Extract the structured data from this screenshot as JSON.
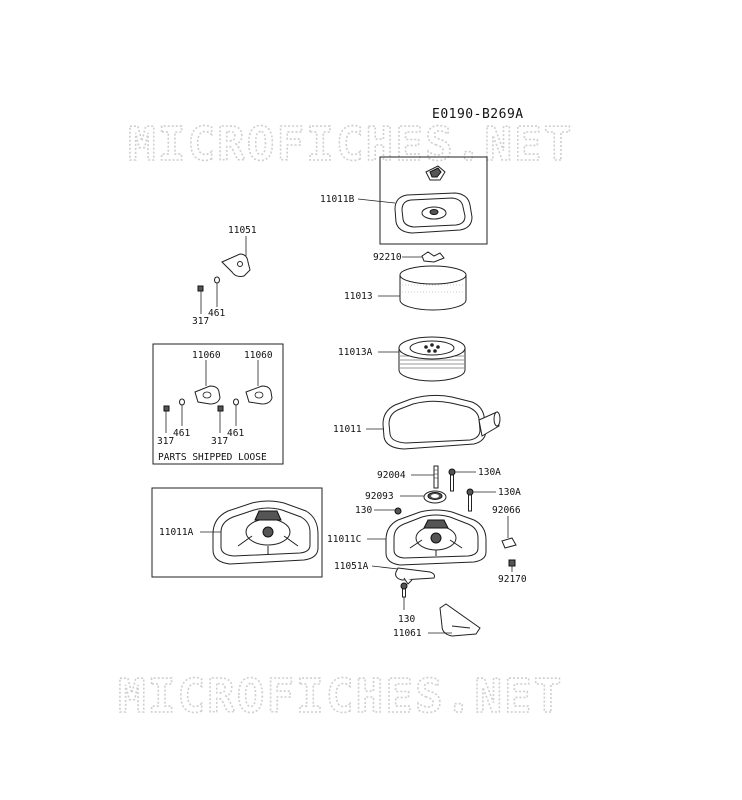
{
  "diagram_code": "E0190-B269A",
  "watermark": "MICROFICHES.NET",
  "box_loose_caption": "PARTS SHIPPED LOOSE",
  "parts": {
    "p11011B": "11011B",
    "p92210": "92210",
    "p11013": "11013",
    "p11013A": "11013A",
    "p11011": "11011",
    "p92004": "92004",
    "p130A_1": "130A",
    "p92093": "92093",
    "p130A_2": "130A",
    "p130_1": "130",
    "p92066": "92066",
    "p11011C": "11011C",
    "p11051A": "11051A",
    "p92170": "92170",
    "p130_2": "130",
    "p11061": "11061",
    "p11051": "11051",
    "p461_top": "461",
    "p317_top": "317",
    "p11060_l": "11060",
    "p11060_r": "11060",
    "p461_l": "461",
    "p317_l": "317",
    "p461_r": "461",
    "p317_r": "317",
    "p11011A": "11011A"
  }
}
